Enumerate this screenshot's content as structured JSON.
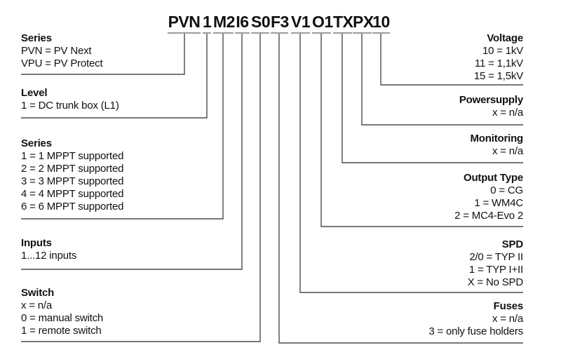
{
  "product_code": {
    "segments": [
      "PVN",
      "1",
      "M2",
      "I6",
      "S0",
      "F3",
      "V1",
      "O1",
      "TX",
      "PX",
      "10"
    ]
  },
  "left_sections": [
    {
      "title": "Series",
      "items": [
        "PVN = PV Next",
        "VPU = PV Protect"
      ]
    },
    {
      "title": "Level",
      "items": [
        "1 = DC trunk box (L1)"
      ]
    },
    {
      "title": "Series",
      "items": [
        "1 = 1 MPPT supported",
        "2 = 2 MPPT supported",
        "3 = 3 MPPT supported",
        "4 = 4 MPPT supported",
        "6 = 6 MPPT supported"
      ]
    },
    {
      "title": "Inputs",
      "items": [
        "1...12 inputs"
      ]
    },
    {
      "title": "Switch",
      "items": [
        "x = n/a",
        "0 = manual switch",
        "1 = remote switch"
      ]
    }
  ],
  "right_sections": [
    {
      "title": "Voltage",
      "items": [
        "10 = 1kV",
        "11 = 1,1kV",
        "15 = 1,5kV"
      ]
    },
    {
      "title": "Powersupply",
      "items": [
        "x = n/a"
      ]
    },
    {
      "title": "Monitoring",
      "items": [
        "x = n/a"
      ]
    },
    {
      "title": "Output Type",
      "items": [
        "0 = CG",
        "1 = WM4C",
        "2 = MC4-Evo 2"
      ]
    },
    {
      "title": "SPD",
      "items": [
        "2/0 = TYP II",
        "1 = TYP I+II",
        "X = No SPD"
      ]
    },
    {
      "title": "Fuses",
      "items": [
        "x = n/a",
        "3 = only fuse holders"
      ]
    }
  ],
  "colors": {
    "text": "#111111",
    "line": "#4b4b4b",
    "underline": "#9c9c9c",
    "background": "#ffffff"
  }
}
